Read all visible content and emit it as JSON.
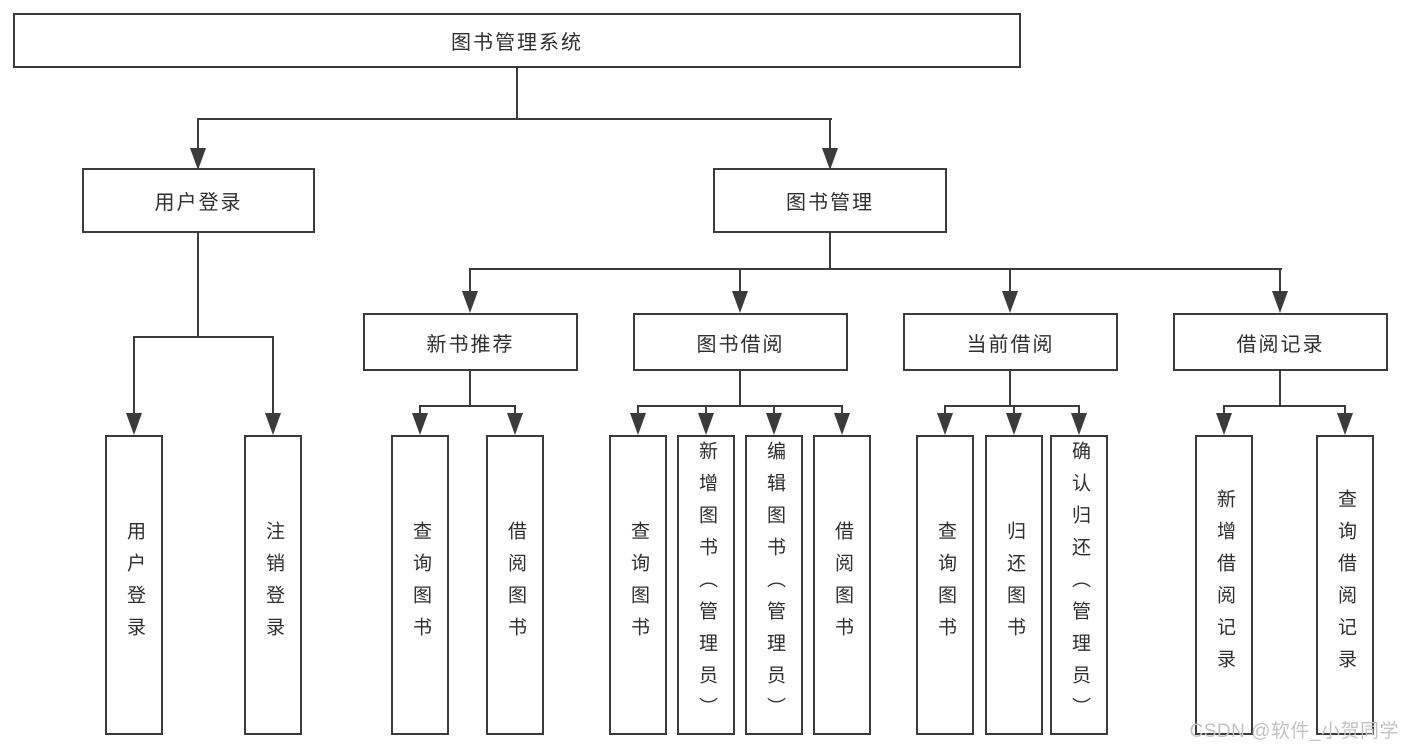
{
  "diagram": {
    "root": {
      "label": "图书管理系统"
    },
    "branches": [
      {
        "label": "用户登录",
        "leaves": [
          {
            "label": "用户登录"
          },
          {
            "label": "注销登录"
          }
        ]
      },
      {
        "label": "图书管理",
        "groups": [
          {
            "label": "新书推荐",
            "leaves": [
              {
                "label": "查询图书"
              },
              {
                "label": "借阅图书"
              }
            ]
          },
          {
            "label": "图书借阅",
            "leaves": [
              {
                "label": "查询图书"
              },
              {
                "label": "新增图书（管理员）"
              },
              {
                "label": "编辑图书（管理员）"
              },
              {
                "label": "借阅图书"
              }
            ]
          },
          {
            "label": "当前借阅",
            "leaves": [
              {
                "label": "查询图书"
              },
              {
                "label": "归还图书"
              },
              {
                "label": "确认归还（管理员）"
              }
            ]
          },
          {
            "label": "借阅记录",
            "leaves": [
              {
                "label": "新增借阅记录"
              },
              {
                "label": "查询借阅记录"
              }
            ]
          }
        ]
      }
    ]
  },
  "watermark": {
    "text": "CSDN @软件_小贺同学"
  },
  "colors": {
    "line": "#3b3b3b",
    "text": "#2e2e2e",
    "watermark": "#c3c3c7",
    "background": "#ffffff"
  }
}
